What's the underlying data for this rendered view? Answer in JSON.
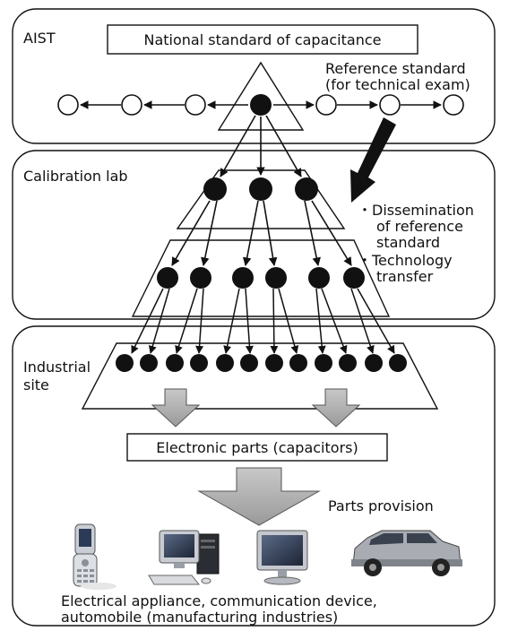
{
  "panels": {
    "aist": {
      "label": "AIST"
    },
    "calibration": {
      "label": "Calibration lab"
    },
    "industrial": {
      "label_line1": "Industrial",
      "label_line2": "site"
    }
  },
  "national_standard": {
    "label": "National standard of capacitance"
  },
  "reference_standard": {
    "line1": "Reference standard",
    "line2": "(for technical exam)"
  },
  "dissemination": {
    "item1_line1": "・Dissemination",
    "item1_line2": "of reference",
    "item1_line3": "standard",
    "item2_line1": "・Technology",
    "item2_line2": "transfer"
  },
  "electronic_parts": {
    "label": "Electronic parts (capacitors)"
  },
  "parts_provision": {
    "label": "Parts provision"
  },
  "devices": [
    "mobile-phone",
    "desktop-computer",
    "monitor",
    "automobile"
  ],
  "footer": {
    "line1": "Electrical appliance, communication device,",
    "line2": "automobile (manufacturing industries)"
  }
}
